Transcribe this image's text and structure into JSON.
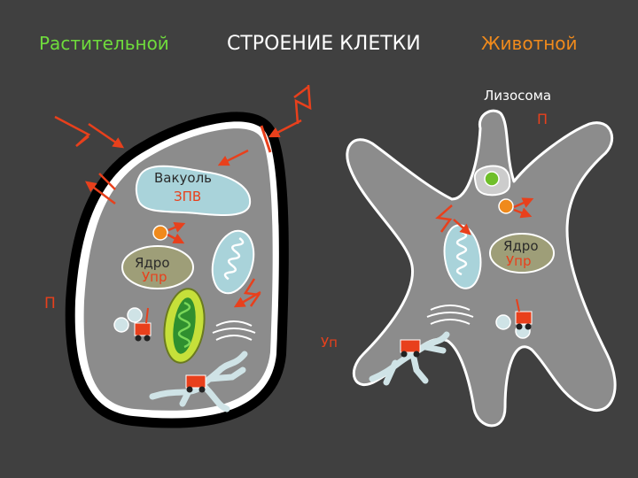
{
  "header": {
    "plant_title": "Растительной",
    "main_title": "СТРОЕНИЕ КЛЕТКИ",
    "animal_title": "Животной"
  },
  "plant_cell": {
    "vacuole_label": "Вакуоль",
    "vacuole_sub": "ЗПВ",
    "nucleus_label": "Ядро",
    "nucleus_sub": "Упр",
    "membrane_label": "П",
    "er_label": "Уп"
  },
  "animal_cell": {
    "lysosome_label": "Лизосома",
    "lysosome_sub": "П",
    "nucleus_label": "Ядро",
    "nucleus_sub": "Упр"
  },
  "colors": {
    "background": "#404040",
    "cytoplasm": "#8c8c8c",
    "vacuole": "#a9d3da",
    "nucleus": "#9e9e78",
    "arrow": "#e8401c",
    "chloroplast": "#c6e03a",
    "plant_title": "#6fdc3c",
    "animal_title": "#f08a1c"
  }
}
